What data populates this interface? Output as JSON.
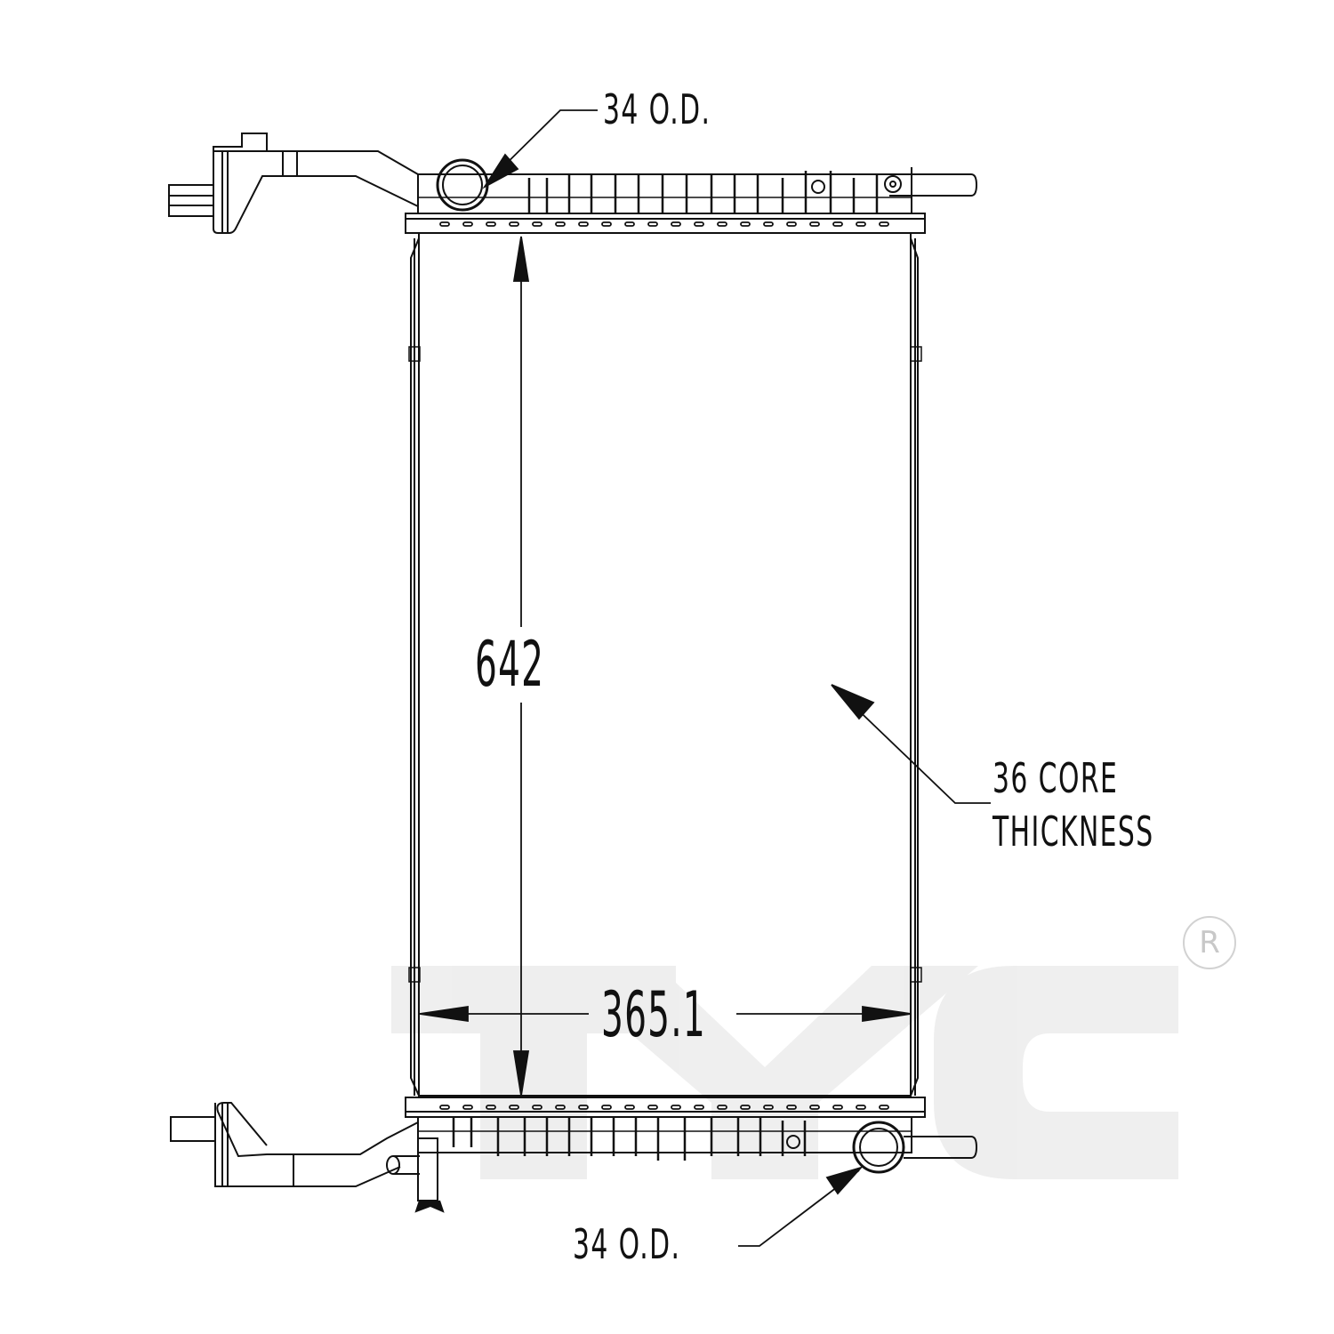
{
  "drawing": {
    "subject": "Radiator",
    "labels": {
      "top_outlet": "34 O.D.",
      "bottom_outlet": "34 O.D.",
      "height": "642",
      "width": "365.1",
      "core_line1": "36 CORE",
      "core_line2": "THICKNESS"
    },
    "watermark": {
      "text": "TYC",
      "registered_mark": "R"
    },
    "colors": {
      "line": "#111111",
      "watermark": "#e6e6e6",
      "background": "#ffffff"
    }
  }
}
